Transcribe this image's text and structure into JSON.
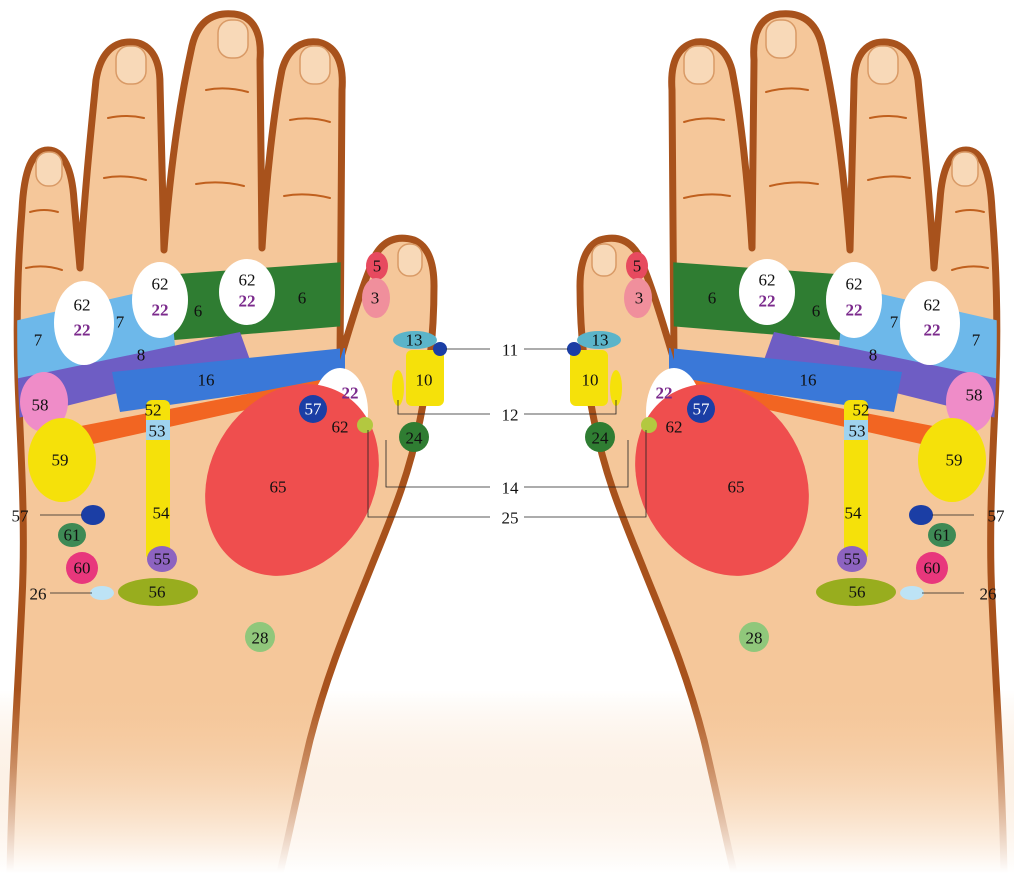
{
  "diagram": {
    "colors": {
      "skin": "#f5c79a",
      "outline": "#a8521c",
      "zone_6": "#2f7d32",
      "zone_7": "#6db8ea",
      "zone_8": "#6e5dc4",
      "zone_16": "#3a78d8",
      "zone_orange_band": "#f26522",
      "zone_yellow": "#f5e10a",
      "zone_53": "#9fd3ef",
      "zone_58": "#ef8cc8",
      "zone_65": "#ef4e4e",
      "zone_57": "#1b3ea5",
      "zone_61": "#3e8a55",
      "zone_60": "#e8377c",
      "zone_56": "#98ad1e",
      "zone_55": "#8d63c0",
      "zone_28": "#90c77b",
      "zone_24": "#2f7d32",
      "zone_13": "#5bb4c9",
      "zone_5": "#e74a5f",
      "zone_3": "#f08f9c",
      "zone_25": "#b3c840",
      "oval_white": "#ffffff"
    },
    "zones": {
      "z62": "62",
      "z22": "22",
      "z6": "6",
      "z7": "7",
      "z8": "8",
      "z16": "16",
      "z58": "58",
      "z59": "59",
      "z52": "52",
      "z53": "53",
      "z54": "54",
      "z55": "55",
      "z56": "56",
      "z57": "57",
      "z61": "61",
      "z60": "60",
      "z28": "28",
      "z65": "65",
      "z24": "24",
      "z10": "10",
      "z13": "13",
      "z5": "5",
      "z3": "3"
    },
    "callouts": {
      "c11": "11",
      "c12": "12",
      "c14": "14",
      "c25": "25",
      "c57": "57",
      "c26": "26"
    }
  }
}
